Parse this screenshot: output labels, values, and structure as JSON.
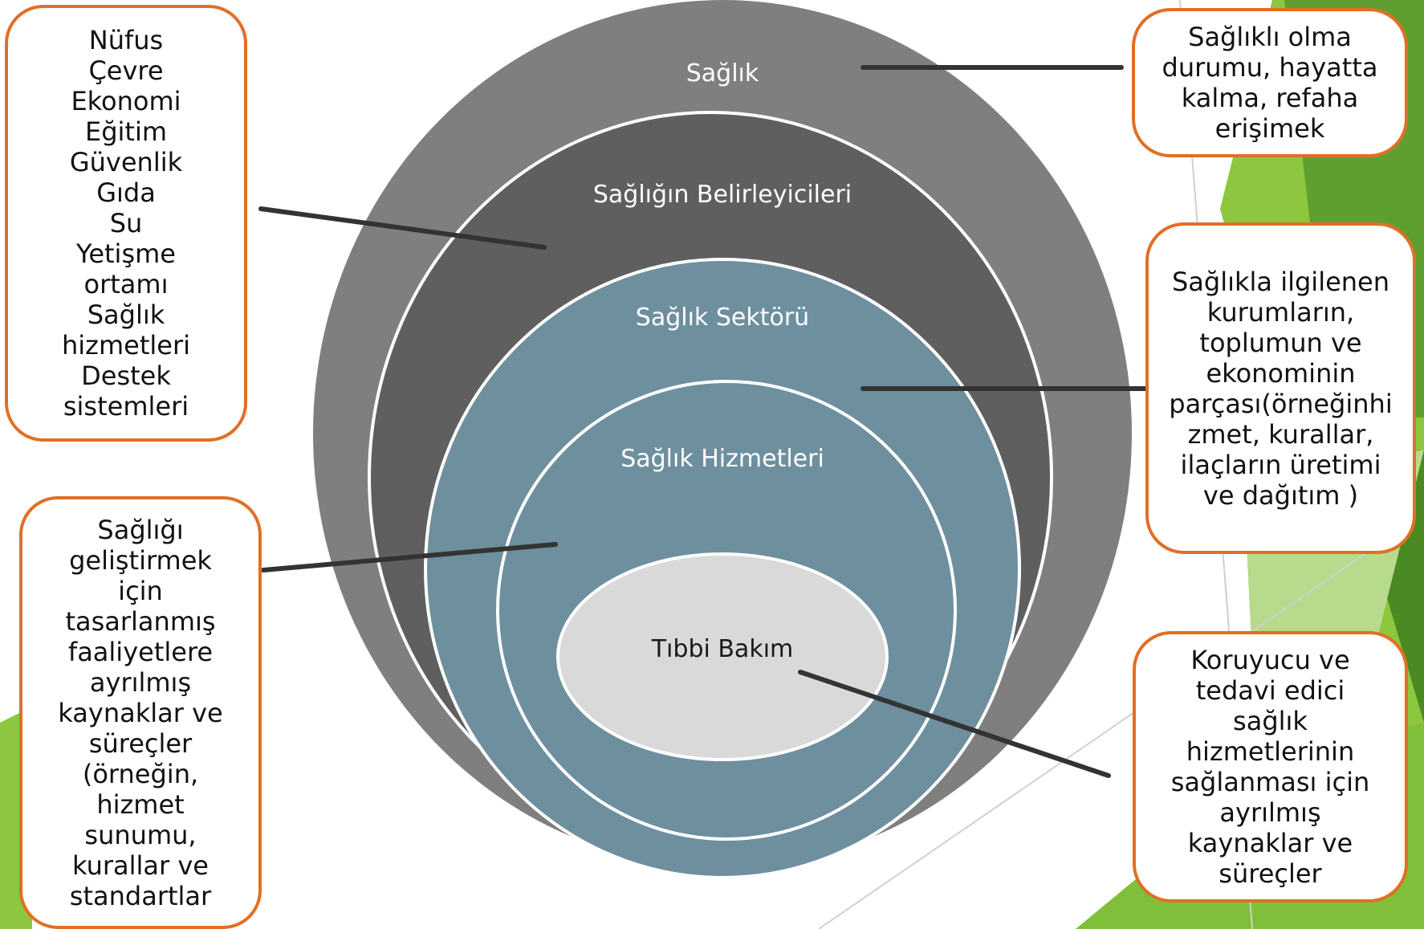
{
  "rings": {
    "saglik": "Sağlık",
    "belirleyiciler": "Sağlığın Belirleyicileri",
    "sektor": "Sağlık Sektörü",
    "hizmetler": "Sağlık Hizmetleri",
    "tibbi_bakim": "Tıbbi Bakım"
  },
  "boxes": {
    "determinants_list": [
      "Nüfus",
      "Çevre",
      "Ekonomi",
      "Eğitim",
      "Güvenlik",
      "Gıda",
      "Su",
      "Yetişme",
      "ortamı",
      "Sağlık",
      "hizmetleri",
      "Destek",
      "sistemleri"
    ],
    "health_definition": [
      "Sağlıklı olma",
      "durumu, hayatta",
      "kalma, refaha",
      "erişimek"
    ],
    "sector_definition": [
      "Sağlıkla ilgilenen",
      "kurumların,",
      "toplumun ve",
      "ekonominin",
      "parçası(örneğinhi",
      "zmet, kurallar,",
      "ilaçların  üretimi",
      "ve dağıtım )"
    ],
    "services_definition": [
      "Sağlığı",
      "geliştirmek",
      "için",
      "tasarlanmış",
      "faaliyetlere",
      "ayrılmış",
      "kaynaklar ve",
      "süreçler",
      "(örneğin,",
      "hizmet",
      "sunumu,",
      "kurallar ve",
      "standartlar"
    ],
    "care_definition": [
      "Koruyucu ve",
      "tedavi edici",
      "sağlık",
      "hizmetlerinin",
      "sağlanması için",
      "ayrılmış",
      "kaynaklar ve",
      "süreçler"
    ]
  },
  "colors": {
    "outer_ring": "#7f7f7f",
    "second_ring": "#5f5f5f",
    "sector_ring": "#6e8f9e",
    "care_core": "#d9d9d9",
    "box_border": "#e16f25",
    "accent_green": "#8dc63f"
  }
}
